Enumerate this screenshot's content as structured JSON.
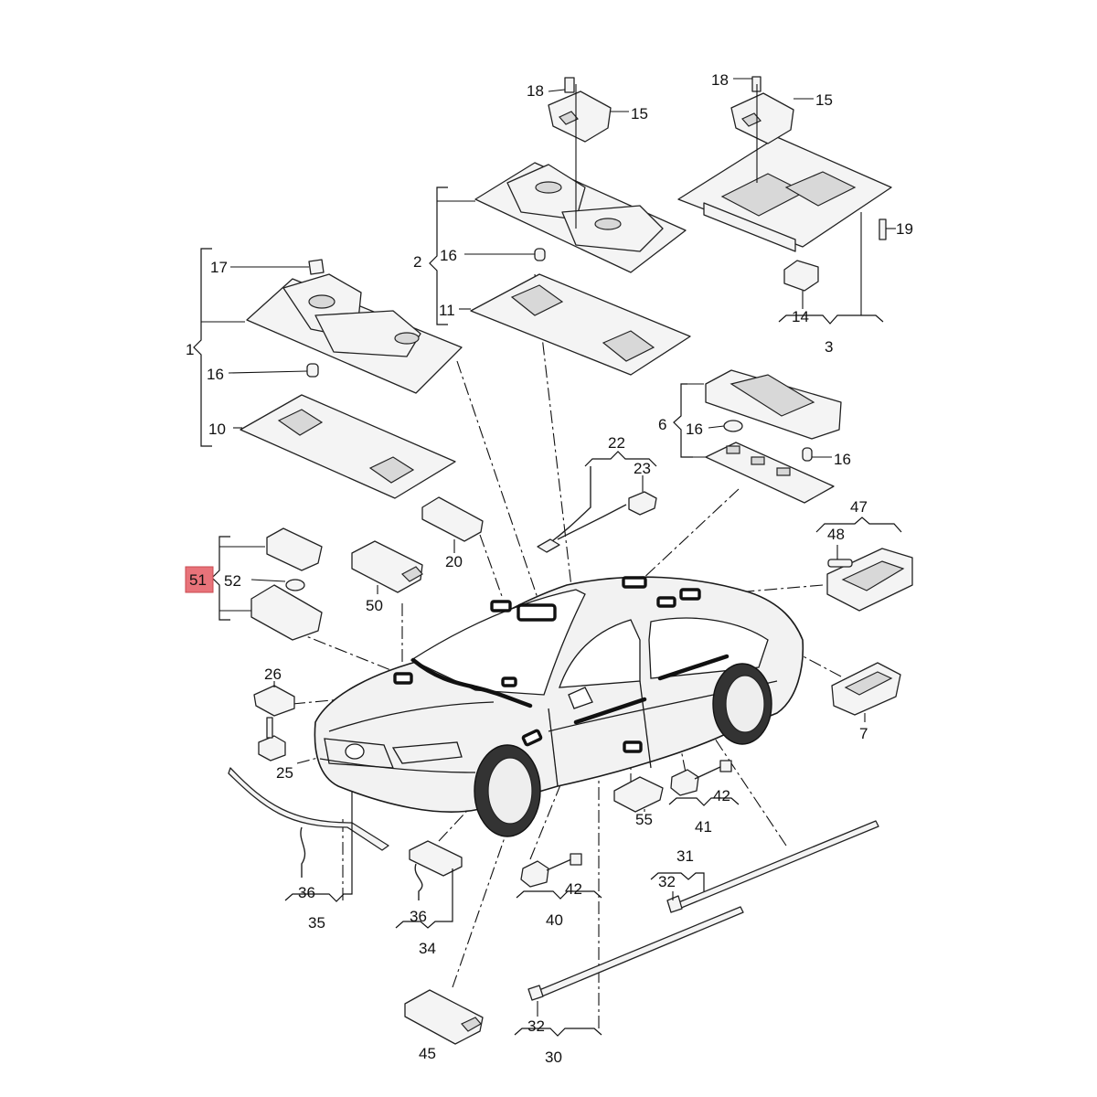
{
  "diagram": {
    "highlight_color": "#e8737a",
    "highlighted_callout": "51",
    "callouts": {
      "c1": "1",
      "c2": "2",
      "c3": "3",
      "c6": "6",
      "c7": "7",
      "c10": "10",
      "c11": "11",
      "c14": "14",
      "c15a": "15",
      "c15b": "15",
      "c16a": "16",
      "c16b": "16",
      "c16c": "16",
      "c16d": "16",
      "c17": "17",
      "c18a": "18",
      "c18b": "18",
      "c19": "19",
      "c20": "20",
      "c22": "22",
      "c23": "23",
      "c25": "25",
      "c26": "26",
      "c30": "30",
      "c31": "31",
      "c32a": "32",
      "c32b": "32",
      "c34": "34",
      "c35": "35",
      "c36a": "36",
      "c36b": "36",
      "c40": "40",
      "c41": "41",
      "c42a": "42",
      "c42b": "42",
      "c45": "45",
      "c47": "47",
      "c48": "48",
      "c50": "50",
      "c51": "51",
      "c52": "52",
      "c55": "55"
    }
  }
}
